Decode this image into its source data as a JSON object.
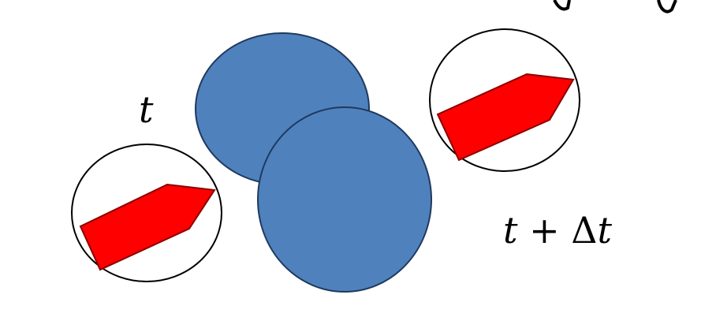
{
  "labels": {
    "time_start": "t",
    "time_end_var": "t",
    "time_end_op": " + ",
    "time_end_delta": "Δ",
    "time_end_delta_var": "t"
  },
  "colors": {
    "blob_fill": "#4f81bd",
    "blob_stroke": "#1f3a5f",
    "arrow_fill": "#ff0000",
    "arrow_stroke": "#8b0000",
    "outline": "#000000",
    "background": "#ffffff"
  },
  "icons": {
    "arrow_shape": "pentagon-arrow"
  }
}
